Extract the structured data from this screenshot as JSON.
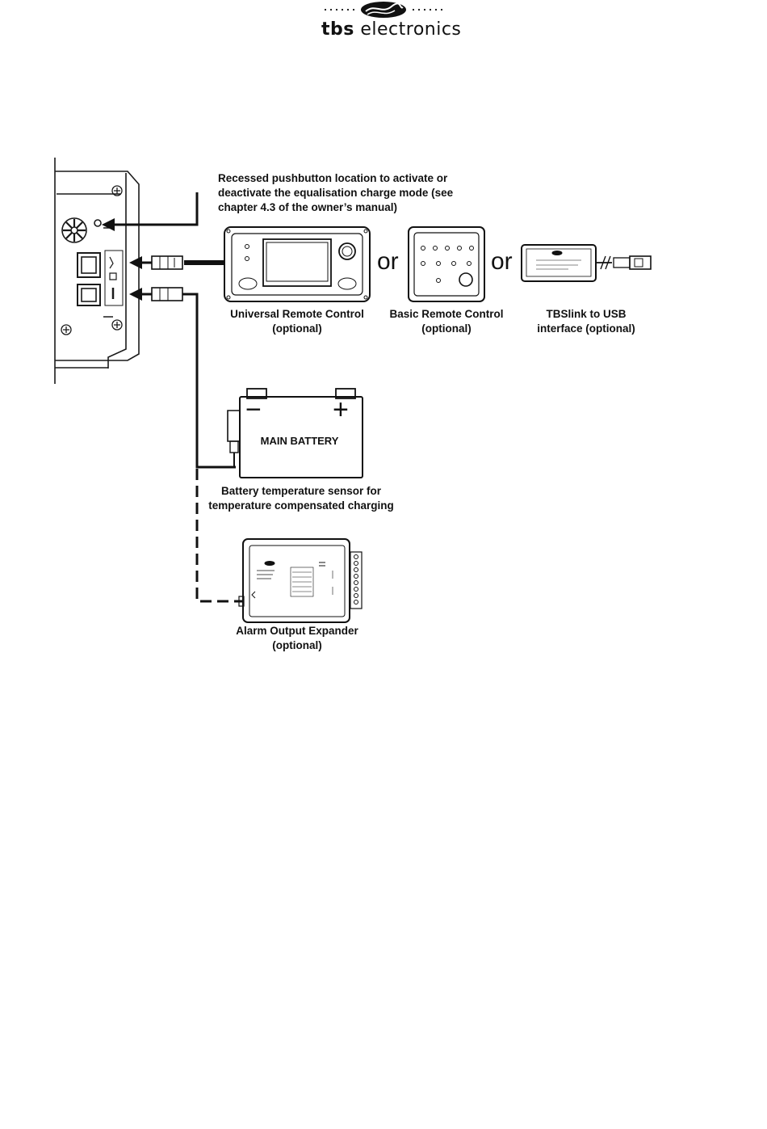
{
  "header": {
    "brand_bold": "tbs",
    "brand_light": " electronics"
  },
  "pushbutton_note": {
    "line1": "Recessed pushbutton location to activate or",
    "line2": "deactivate the equalisation charge mode (see",
    "line3": "chapter 4.3 of the owner’s manual)"
  },
  "or_label": "or",
  "devices": {
    "universal_remote": {
      "line1": "Universal Remote Control",
      "line2": "(optional)"
    },
    "basic_remote": {
      "line1": "Basic Remote Control",
      "line2": "(optional)"
    },
    "tbslink": {
      "line1": "TBSlink to USB",
      "line2": "interface (optional)"
    },
    "battery": {
      "label": "MAIN BATTERY",
      "minus": "−",
      "plus": "+"
    },
    "battery_caption": {
      "line1": "Battery temperature sensor for",
      "line2": "temperature compensated charging"
    },
    "alarm_expander": {
      "line1": "Alarm Output Expander",
      "line2": "(optional)"
    }
  },
  "colors": {
    "ink": "#111111",
    "line": "#1a1a1a"
  }
}
